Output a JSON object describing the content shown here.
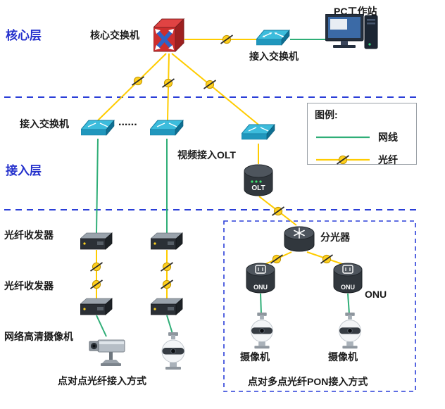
{
  "diagram": {
    "layers": {
      "core": "核心层",
      "access": "接入层"
    },
    "top": {
      "core_switch": "核心交换机",
      "access_switch": "接入交换机",
      "pc": "PC工作站"
    },
    "middle": {
      "access_switch": "接入交换机",
      "ellipsis": "......",
      "olt_caption": "视频接入OLT",
      "olt": "OLT"
    },
    "legend": {
      "title": "图例:",
      "ethernet": "网线",
      "fiber": "光纤"
    },
    "p2p": {
      "transceiver_row1": "光纤收发器",
      "transceiver_row2": "光纤收发器",
      "hd_camera": "网络高清摄像机",
      "caption": "点对点光纤接入方式"
    },
    "pon": {
      "splitter": "分光器",
      "onu1": "ONU",
      "onu2": "ONU",
      "onu_label": "ONU",
      "camera1": "摄像机",
      "camera2": "摄像机",
      "caption": "点对多点光纤PON接入方式"
    },
    "colors": {
      "fiber_line": "#ffcc00",
      "ethernet_line": "#2fae77",
      "boundary_dash": "#2a3ed8",
      "layer_text": "#2430cc",
      "core_switch_red": "#ce2e2e",
      "switch_teal": "#3cbcdc",
      "device_dark": "#31373d"
    },
    "icons": {
      "fiber_splice": "yellow circle with diagonal slash",
      "switch": "3d-switch-box",
      "core_switch": "red multilayer switch cube",
      "olt": "dark cylinder device",
      "splitter": "dark cylinder with star",
      "onu": "dark cylinder with arrows box",
      "transceiver": "dark media converter slab",
      "box_camera": "cctv box camera",
      "dome_camera": "white ptz dome camera",
      "pc": "monitor with tower"
    }
  }
}
